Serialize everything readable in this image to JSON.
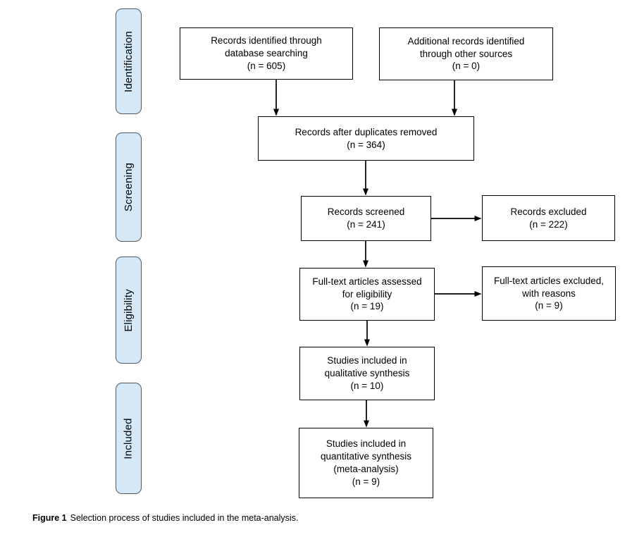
{
  "caption": {
    "label": "Figure 1",
    "text": "Selection process of studies included in the meta-analysis."
  },
  "colors": {
    "stage_fill": "#d4e8f8",
    "stage_border": "#55585c",
    "box_border": "#000000",
    "arrow_color": "#000000",
    "text_color": "#000000",
    "bg": "#ffffff"
  },
  "stages": [
    {
      "label": "Identification"
    },
    {
      "label": "Screening"
    },
    {
      "label": "Eligibility"
    },
    {
      "label": "Included"
    }
  ],
  "boxes": {
    "database_searching": {
      "text": "Records identified through\ndatabase searching\n(n = 605)"
    },
    "other_sources": {
      "text": "Additional records identified\nthrough other sources\n(n = 0)"
    },
    "duplicates_removed": {
      "text": "Records after duplicates removed\n(n = 364)"
    },
    "records_screened": {
      "text": "Records screened\n(n = 241)"
    },
    "records_excluded": {
      "text": "Records excluded\n(n = 222)"
    },
    "fulltext_assessed": {
      "text": "Full-text articles assessed\nfor eligibility\n(n = 19)"
    },
    "fulltext_excluded": {
      "text": "Full-text articles excluded,\nwith reasons\n(n = 9)"
    },
    "qualitative_synthesis": {
      "text": "Studies included in\nqualitative synthesis\n(n = 10)"
    },
    "quantitative_synthesis": {
      "text": "Studies included in\nquantitative synthesis\n(meta-analysis)\n(n = 9)"
    }
  }
}
